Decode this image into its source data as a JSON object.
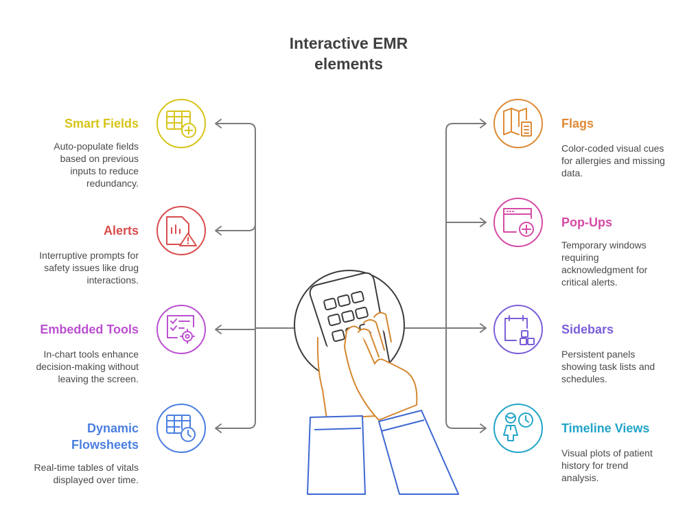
{
  "title_line1": "Interactive EMR",
  "title_line2": "elements",
  "colors": {
    "smart_fields": "#d7c418",
    "alerts": "#d94c4c",
    "embedded_tools": "#bb4fd0",
    "flowsheets": "#4a7ee0",
    "flags": "#de8a34",
    "popups": "#d54aa6",
    "sidebars": "#7a5ed8",
    "timeline": "#21a4c8",
    "connector": "#7a7a7a",
    "hand_outline": "#d4862e",
    "sleeve_outline": "#3c67d1"
  },
  "left_items": [
    {
      "icon": "smart-fields-icon",
      "title": "Smart Fields",
      "lines": [
        "Auto-populate fields",
        "based on previous",
        "inputs to reduce",
        "redundancy."
      ]
    },
    {
      "icon": "alerts-icon",
      "title": "Alerts",
      "lines": [
        "Interruptive prompts for",
        "safety issues like drug",
        "interactions."
      ]
    },
    {
      "icon": "embedded-tools-icon",
      "title": "Embedded Tools",
      "lines": [
        "In-chart tools enhance",
        "decision-making without",
        "leaving the screen."
      ]
    },
    {
      "icon": "flowsheets-icon",
      "title_lines": [
        "Dynamic",
        "Flowsheets"
      ],
      "lines": [
        "Real-time tables of vitals",
        "displayed over time."
      ]
    }
  ],
  "right_items": [
    {
      "icon": "flags-icon",
      "title": "Flags",
      "lines": [
        "Color-coded visual cues",
        "for allergies and missing",
        "data."
      ]
    },
    {
      "icon": "popups-icon",
      "title": "Pop-Ups",
      "lines": [
        "Temporary windows",
        "requiring",
        "acknowledgment for",
        "critical alerts."
      ]
    },
    {
      "icon": "sidebars-icon",
      "title": "Sidebars",
      "lines": [
        "Persistent panels",
        "showing task lists and",
        "schedules."
      ]
    },
    {
      "icon": "timeline-icon",
      "title": "Timeline Views",
      "lines": [
        "Visual plots of patient",
        "history for trend",
        "analysis."
      ]
    }
  ]
}
